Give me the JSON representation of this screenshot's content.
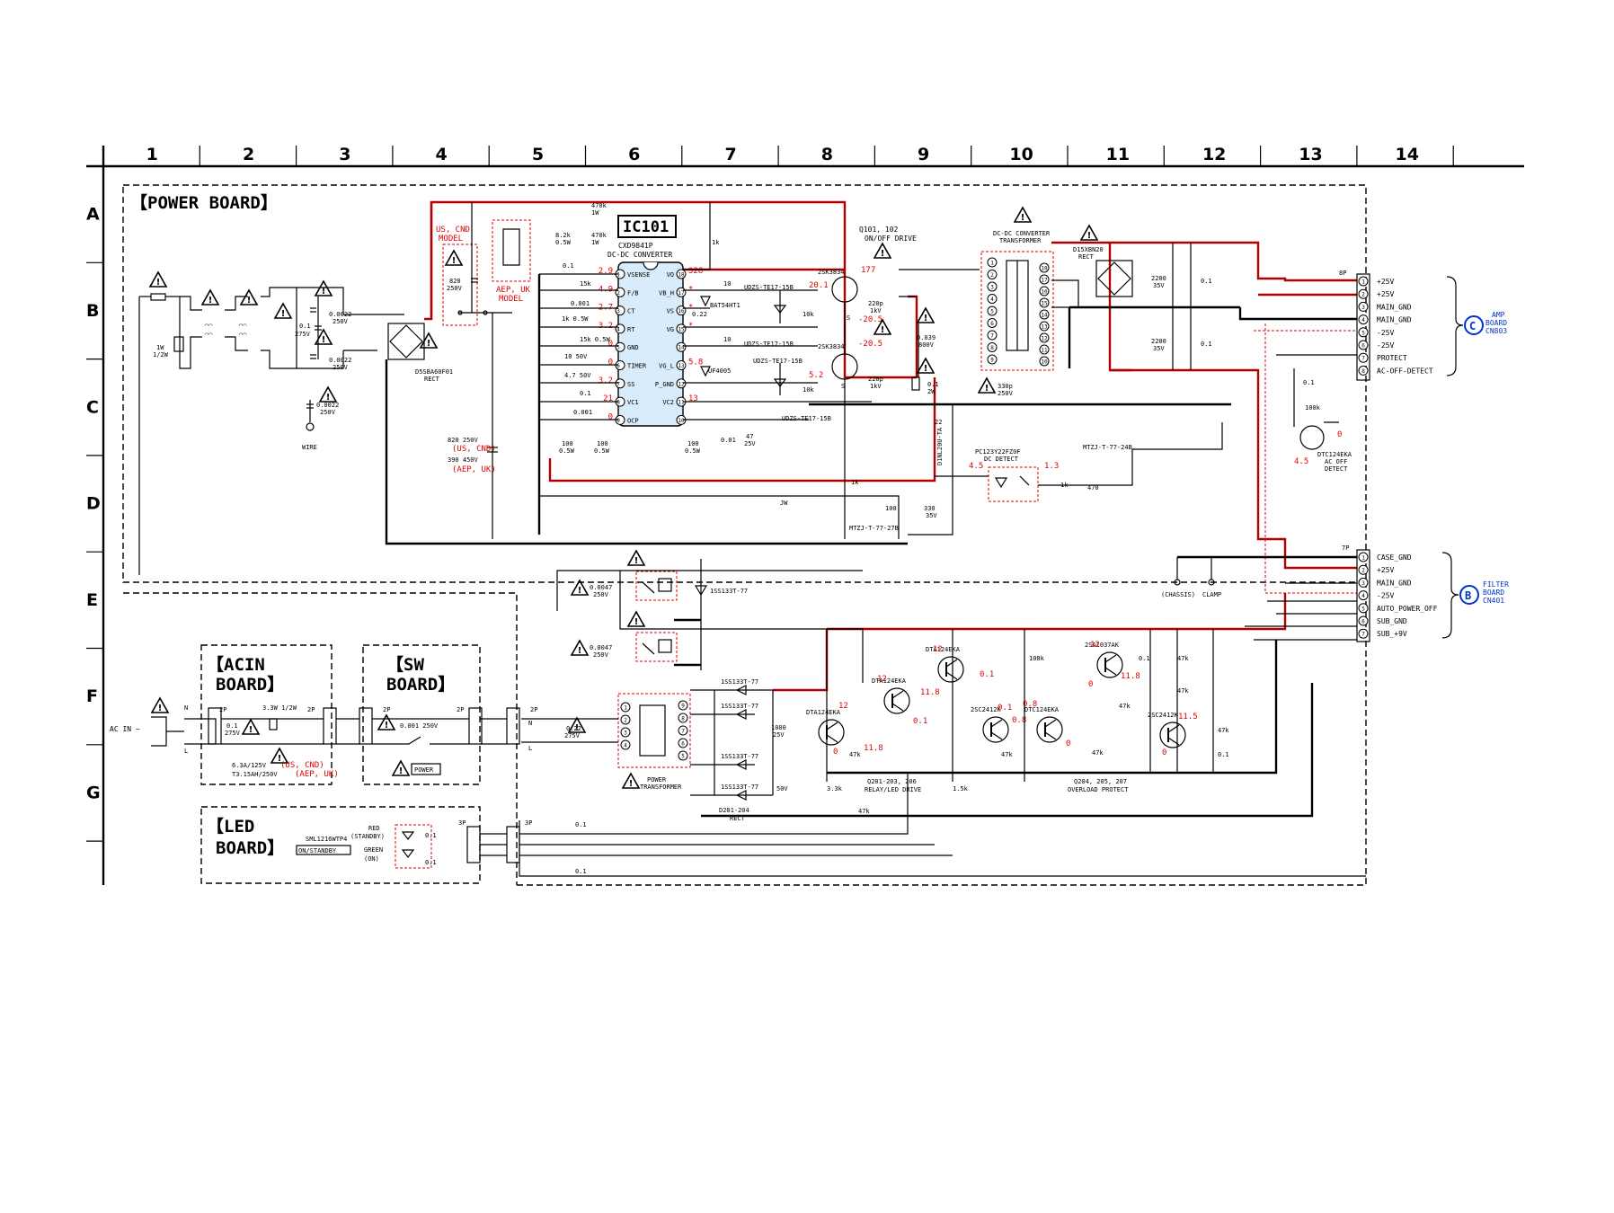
{
  "grid": {
    "columns": [
      "1",
      "2",
      "3",
      "4",
      "5",
      "6",
      "7",
      "8",
      "9",
      "10",
      "11",
      "12",
      "13",
      "14"
    ],
    "rows": [
      "A",
      "B",
      "C",
      "D",
      "E",
      "F",
      "G"
    ]
  },
  "boards": {
    "power": "【POWER BOARD】",
    "acin": [
      "【ACIN",
      "BOARD】"
    ],
    "sw": [
      "【SW",
      "BOARD】"
    ],
    "led": [
      "【LED",
      "BOARD】"
    ]
  },
  "ic": {
    "ref": "IC101",
    "part": "CXD9841P",
    "function": "DC-DC CONVERTER",
    "left_pins": [
      {
        "name": "VSENSE",
        "num": "1",
        "v": "2.9"
      },
      {
        "name": "F/B",
        "num": "2",
        "v": "4.9"
      },
      {
        "name": "CT",
        "num": "3",
        "v": "2.7"
      },
      {
        "name": "RT",
        "num": "4",
        "v": "3.2"
      },
      {
        "name": "GND",
        "num": "5",
        "v": "0"
      },
      {
        "name": "TIMER",
        "num": "6",
        "v": "0"
      },
      {
        "name": "SS",
        "num": "7",
        "v": "3.2"
      },
      {
        "name": "VC1",
        "num": "8",
        "v": "21"
      },
      {
        "name": "OCP",
        "num": "9",
        "v": "0"
      }
    ],
    "right_pins": [
      {
        "name": "VO",
        "num": "18",
        "v": "328"
      },
      {
        "name": "VB_H",
        "num": "17",
        "v": "*"
      },
      {
        "name": "VS",
        "num": "16",
        "v": "*"
      },
      {
        "name": "VG",
        "num": "15",
        "v": "*"
      },
      {
        "name": "",
        "num": "14",
        "v": ""
      },
      {
        "name": "VG_L",
        "num": "13",
        "v": "5.8"
      },
      {
        "name": "P_GND",
        "num": "12",
        "v": ""
      },
      {
        "name": "VC2",
        "num": "11",
        "v": "13"
      },
      {
        "name": "",
        "num": "10",
        "v": ""
      }
    ]
  },
  "labels": {
    "us_cnd_model": [
      "US, CND",
      "MODEL"
    ],
    "aep_uk_model": [
      "AEP, UK",
      "MODEL"
    ],
    "q101": [
      "Q101, 102",
      "ON/OFF DRIVE"
    ],
    "dcdc_transformer": [
      "DC-DC CONVERTER",
      "TRANSFORMER"
    ],
    "d_rect": [
      "D15XBN20",
      "RECT"
    ],
    "d101": [
      "D5SBA60F01",
      "RECT"
    ],
    "wire": "WIRE",
    "chassis": "(CHASSIS)",
    "clamp": "CLAMP",
    "pc123": [
      "PC123Y22FZ0F",
      "DC DETECT"
    ],
    "mosfet1": "2SK3834",
    "mosfet2": "2SK3834",
    "bats": "BAT54HT1",
    "uf": "UF4005",
    "zener1": "UDZS-TE17-15B",
    "zener2": "UDZS-TE17-15B",
    "zener3": "UDZS-TE17-15B",
    "mtzj1": "MTZJ-T-77-27B",
    "mtzj2": "MTZJ-T-77-24B",
    "d1nl": "D1NL20U-TA",
    "dtc_ac": [
      "DTC124EKA",
      "AC OFF",
      "DETECT"
    ],
    "power_transformer": [
      "POWER",
      "TRANSFORMER"
    ],
    "d201": [
      "D201-204",
      "RECT"
    ],
    "q201": [
      "Q201-203, 206",
      "RELAY/LED DRIVE"
    ],
    "q204": [
      "Q204, 205, 207",
      "OVERLOAD PROTECT"
    ],
    "ac_in": "AC IN ~",
    "fuse": [
      "6.3A/125V",
      "T3.15AH/250V"
    ],
    "fuse_region": [
      "(US, CND)",
      "(AEP, UK)"
    ],
    "power_sw": "POWER",
    "on_standby": "ON/STANDBY",
    "led_part": "SML1216WTP4",
    "red": "RED",
    "standby": "(STANDBY)",
    "green": "GREEN",
    "on": "(ON)",
    "cap_820": [
      "820 250V",
      "(US, CND)",
      "390 450V",
      "(AEP, UK)"
    ],
    "tr_dta1": "DTA124EKA",
    "tr_dta2": "DTA124EKA",
    "tr_dta3": "DTA124EKA",
    "tr_2sc1": "2SC2412K",
    "tr_dtc": "DTC124EKA",
    "tr_2sa": "2SA1037AK",
    "tr_2sc2": "2SC2412K",
    "diode_1ss": "1SS133T-77"
  },
  "connector_c": {
    "label": "C",
    "board": [
      "AMP",
      "BOARD",
      "CN803"
    ],
    "pins_header": "8P",
    "pins": [
      "+25V",
      "+25V",
      "MAIN_GND",
      "MAIN_GND",
      "-25V",
      "-25V",
      "PROTECT",
      "AC-OFF-DETECT"
    ]
  },
  "connector_b": {
    "label": "B",
    "board": [
      "FILTER",
      "BOARD",
      "CN401"
    ],
    "pins_header": "7P",
    "pins": [
      "CASE_GND",
      "+25V",
      "MAIN_GND",
      "-25V",
      "AUTO_POWER_OFF",
      "SUB_GND",
      "SUB_+9V"
    ]
  },
  "voltages": {
    "q1_d": "177",
    "q1_g": "20.1",
    "q1_s": "-20.5",
    "q2_d": "-20.5",
    "q2_g": "5.2",
    "pc_a": "4.5",
    "pc_b": "1.3",
    "dtc_b": "4.5",
    "dtc_c": "0",
    "q_dta1_e": "12",
    "q_dta1_b": "11.8",
    "q_dta1_c": "0",
    "q_dta2_e": "12",
    "q_dta2_c": "0.1",
    "q_dta3_e": "12",
    "q_dta3_b": "11.8",
    "q_dta3_c": "0.1",
    "q_2sc1_b": "0.1",
    "q_2sc1_c": "0.8",
    "q_dtc_b": "0.8",
    "q_dtc_c": "0",
    "q_2sa_e": "12",
    "q_2sa_b": "11.8",
    "q_2sa_c": "0",
    "q_2sc2_b": "11.5",
    "q_2sc2_c": "0"
  }
}
